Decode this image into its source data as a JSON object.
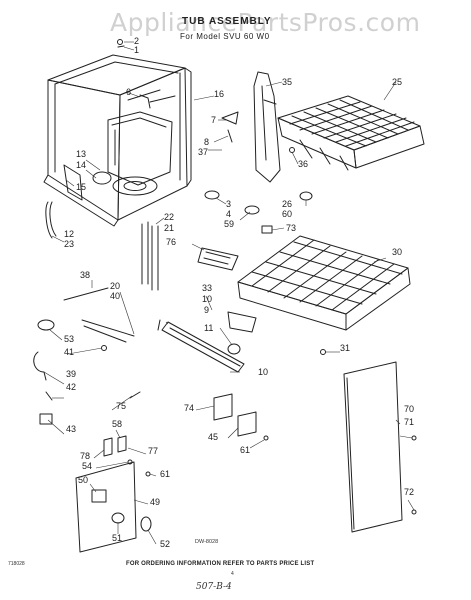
{
  "watermark": "AppliancePartsPros.com",
  "title": "TUB ASSEMBLY",
  "subtitle": "For Model SVU 60 W0",
  "drawing_number": "DW-8028",
  "footer_note": "FOR ORDERING INFORMATION REFER TO PARTS PRICE LIST",
  "page_code": "718028",
  "page_number": "4",
  "handwritten_note": "507-B-4",
  "callouts": {
    "c2": "2",
    "c1": "1",
    "c35": "35",
    "c25": "25",
    "c6": "6",
    "c16": "16",
    "c7": "7",
    "c8": "8",
    "c37": "37",
    "c36": "36",
    "c13": "13",
    "c14": "14",
    "c15": "15",
    "c3": "3",
    "c4": "4",
    "c26": "26",
    "c60": "60",
    "c59": "59",
    "c73": "73",
    "c12": "12",
    "c23": "23",
    "c22": "22",
    "c21": "21",
    "c76": "76",
    "c30": "30",
    "c38": "38",
    "c20": "20",
    "c40": "40",
    "c33": "33",
    "c10a": "10",
    "c9": "9",
    "c11": "11",
    "c10b": "10",
    "c31": "31",
    "c53": "53",
    "c41": "41",
    "c39": "39",
    "c42": "42",
    "c75": "75",
    "c43": "43",
    "c74": "74",
    "c45": "45",
    "c61a": "61",
    "c70": "70",
    "c71": "71",
    "c58": "58",
    "c78": "78",
    "c77": "77",
    "c54": "54",
    "c61b": "61",
    "c50": "50",
    "c49": "49",
    "c51": "51",
    "c52": "52",
    "c72": "72"
  }
}
